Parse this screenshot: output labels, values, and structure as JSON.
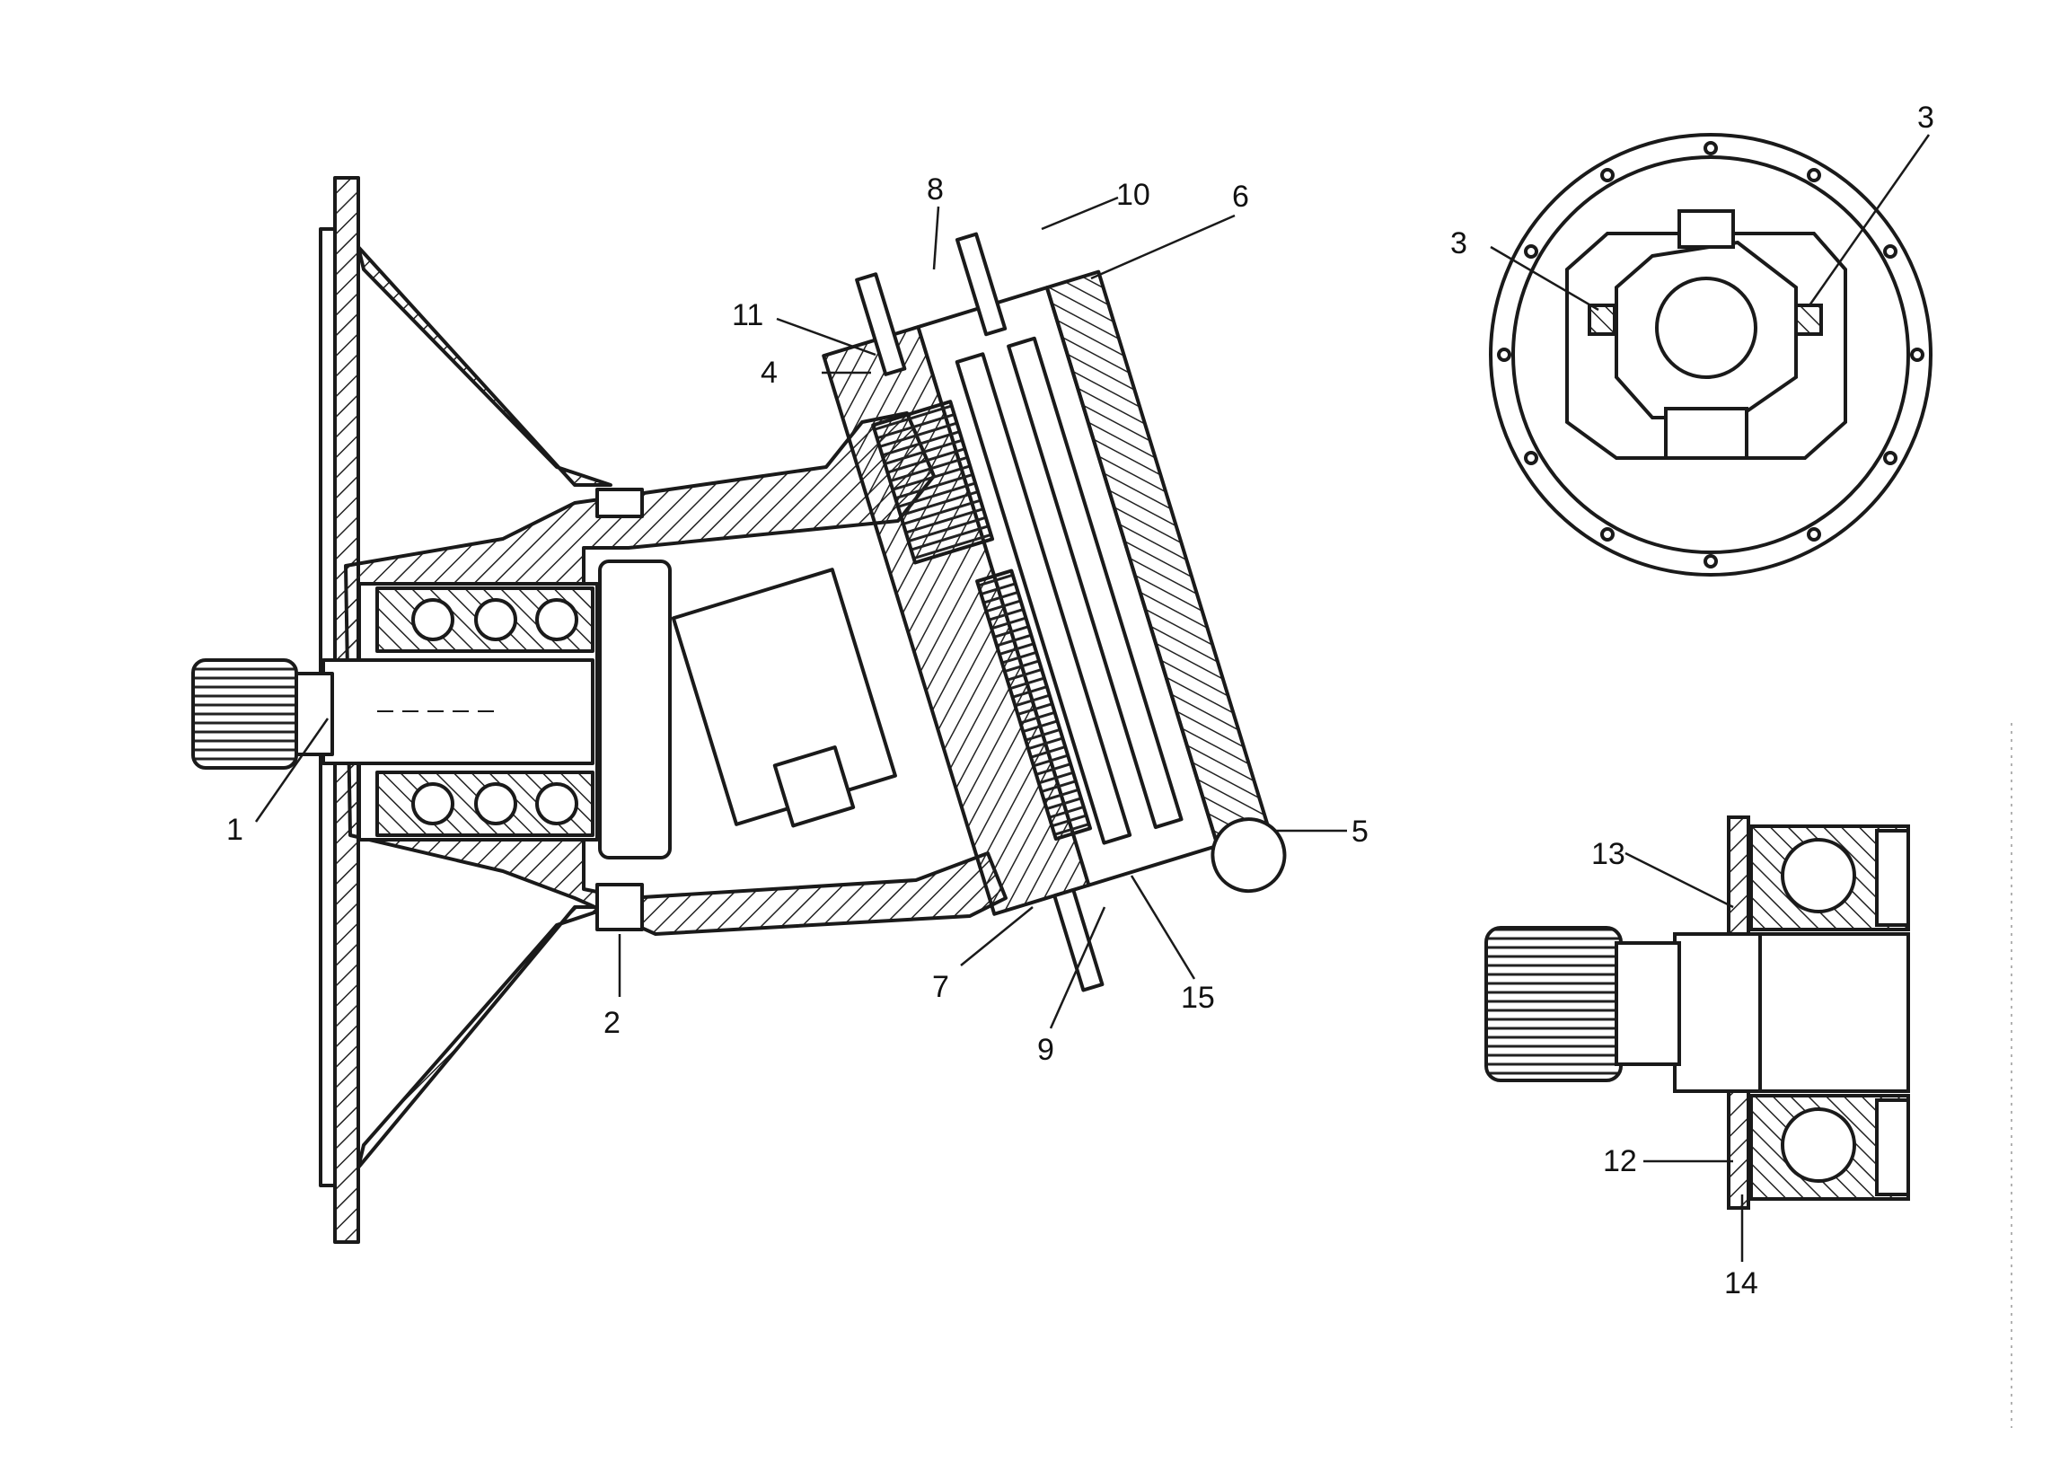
{
  "diagram": {
    "type": "cross-section-technical-drawing",
    "colors": {
      "ink": "#1a1a1a",
      "paper": "#ffffff",
      "hatch": "#222222"
    },
    "callouts": [
      {
        "id": "c1",
        "label": "1"
      },
      {
        "id": "c2",
        "label": "2"
      },
      {
        "id": "c3a",
        "label": "3"
      },
      {
        "id": "c3b",
        "label": "3"
      },
      {
        "id": "c4",
        "label": "4"
      },
      {
        "id": "c5",
        "label": "5"
      },
      {
        "id": "c6",
        "label": "6"
      },
      {
        "id": "c7",
        "label": "7"
      },
      {
        "id": "c8",
        "label": "8"
      },
      {
        "id": "c9",
        "label": "9"
      },
      {
        "id": "c10",
        "label": "10"
      },
      {
        "id": "c11",
        "label": "11"
      },
      {
        "id": "c12",
        "label": "12"
      },
      {
        "id": "c13",
        "label": "13"
      },
      {
        "id": "c14",
        "label": "14"
      },
      {
        "id": "c15",
        "label": "15"
      }
    ]
  }
}
